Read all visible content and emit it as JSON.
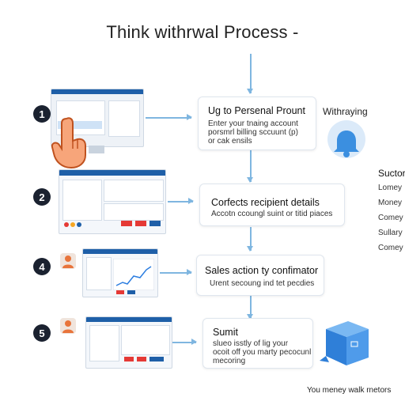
{
  "title": "Think withrwal Process -",
  "steps": [
    {
      "num": "1",
      "heading": "Ug to Persenal Prount",
      "sub": [
        "Enter your tnaing account",
        "porsmrl billing sccuunt (p)",
        "or cak ensils"
      ]
    },
    {
      "num": "2",
      "heading": "Corfects recipient details",
      "sub": [
        "Accotn ccoungl suint or titid piaces"
      ]
    },
    {
      "num": "4",
      "heading": "Sales action ty confimator",
      "sub": [
        "Urent secoung ind tet pecdies"
      ]
    },
    {
      "num": "5",
      "heading": "Sumit",
      "sub": [
        "slueo isstly of lig your",
        "ocoit off you marty pecocunl",
        "mecoring"
      ]
    }
  ],
  "side_label": "Withraying",
  "side_list": {
    "heading": "Suctor",
    "items": [
      "Lomey",
      "Money",
      "Comey",
      "Sullary",
      "Comey"
    ]
  },
  "footer": "You meney walk rnetors",
  "icons": {
    "bell": "bell-icon",
    "hand": "pointing-hand-icon",
    "cube": "cube-icon"
  },
  "colors": {
    "accent": "#1e5fa8",
    "arrow": "#7fb6e0",
    "bell": "#3b8fe0",
    "cube": "#3d8ee6"
  }
}
